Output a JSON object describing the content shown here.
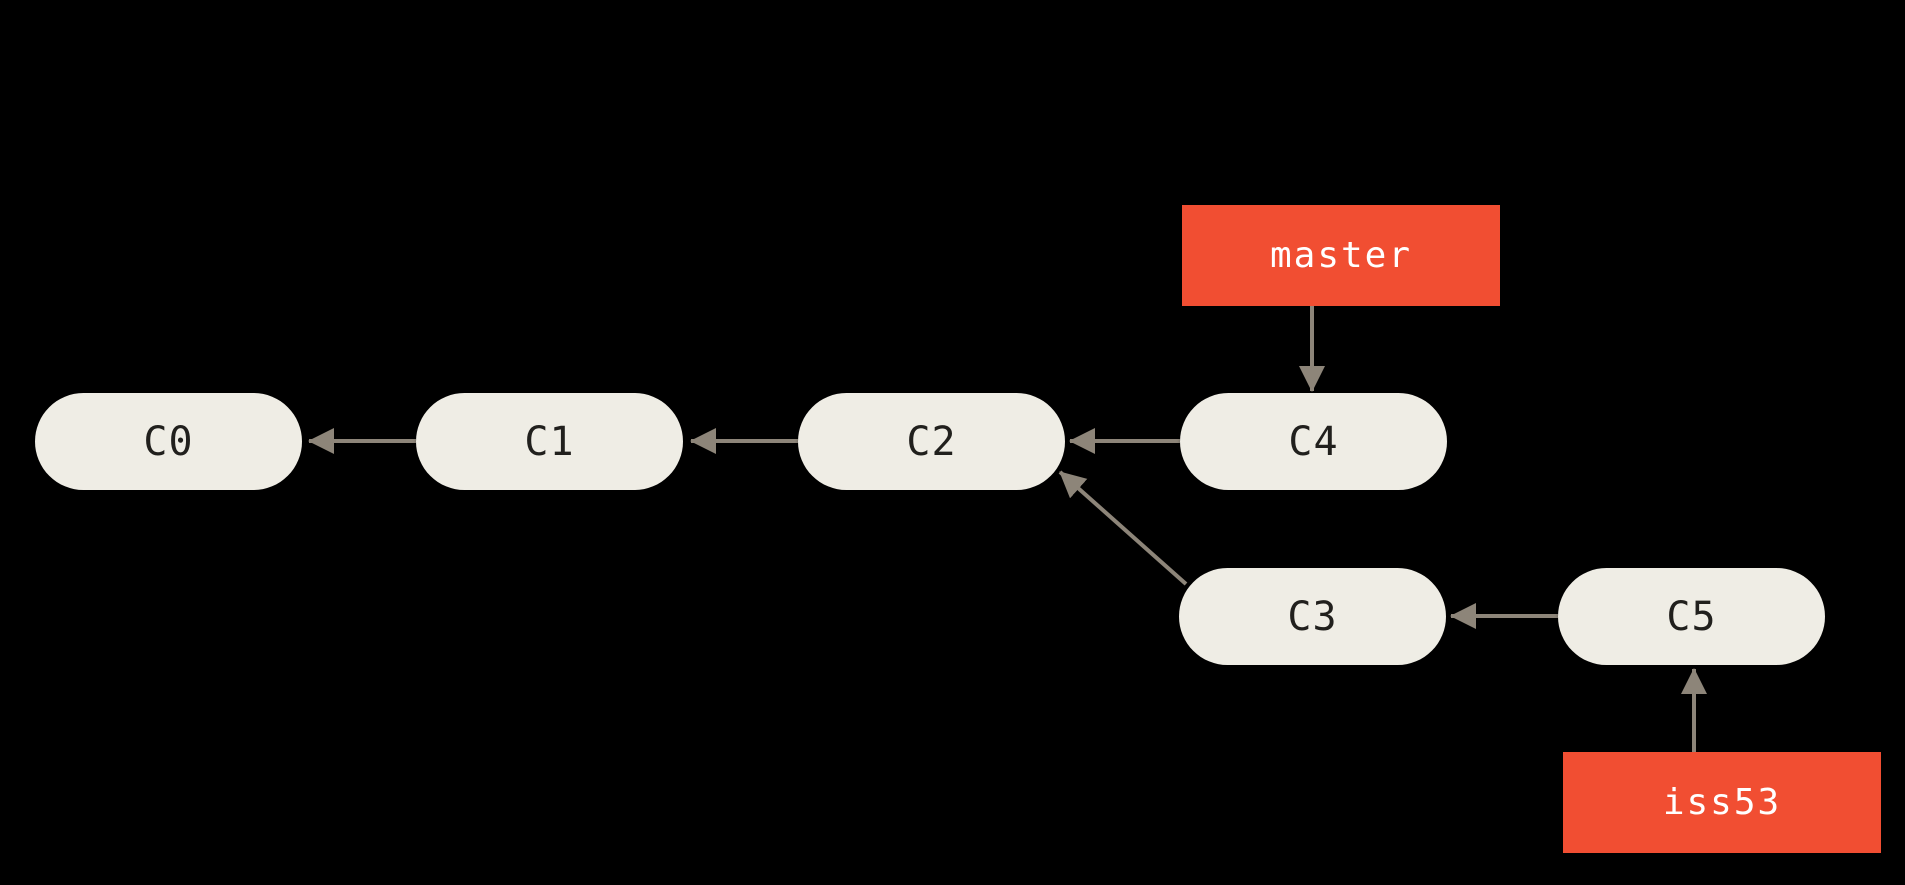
{
  "diagram": {
    "type": "git-commit-graph",
    "background_color": "#000000",
    "commits": [
      {
        "id": "C0",
        "label": "C0"
      },
      {
        "id": "C1",
        "label": "C1"
      },
      {
        "id": "C2",
        "label": "C2"
      },
      {
        "id": "C3",
        "label": "C3"
      },
      {
        "id": "C4",
        "label": "C4"
      },
      {
        "id": "C5",
        "label": "C5"
      }
    ],
    "edges": [
      {
        "from": "C1",
        "to": "C0",
        "meaning": "C1 parent is C0"
      },
      {
        "from": "C2",
        "to": "C1",
        "meaning": "C2 parent is C1"
      },
      {
        "from": "C4",
        "to": "C2",
        "meaning": "C4 parent is C2"
      },
      {
        "from": "C3",
        "to": "C2",
        "meaning": "C3 parent is C2"
      },
      {
        "from": "C5",
        "to": "C3",
        "meaning": "C5 parent is C3"
      },
      {
        "from": "master",
        "to": "C4",
        "meaning": "branch master points to C4"
      },
      {
        "from": "iss53",
        "to": "C5",
        "meaning": "branch iss53 points to C5"
      }
    ],
    "branches": [
      {
        "name": "master",
        "points_to": "C4"
      },
      {
        "name": "iss53",
        "points_to": "C5"
      }
    ],
    "colors": {
      "commit_fill": "#EFEDE5",
      "commit_text": "#21201D",
      "branch_fill": "#F14E32",
      "branch_text": "#FFFFFF",
      "arrow": "#8D8579"
    }
  }
}
